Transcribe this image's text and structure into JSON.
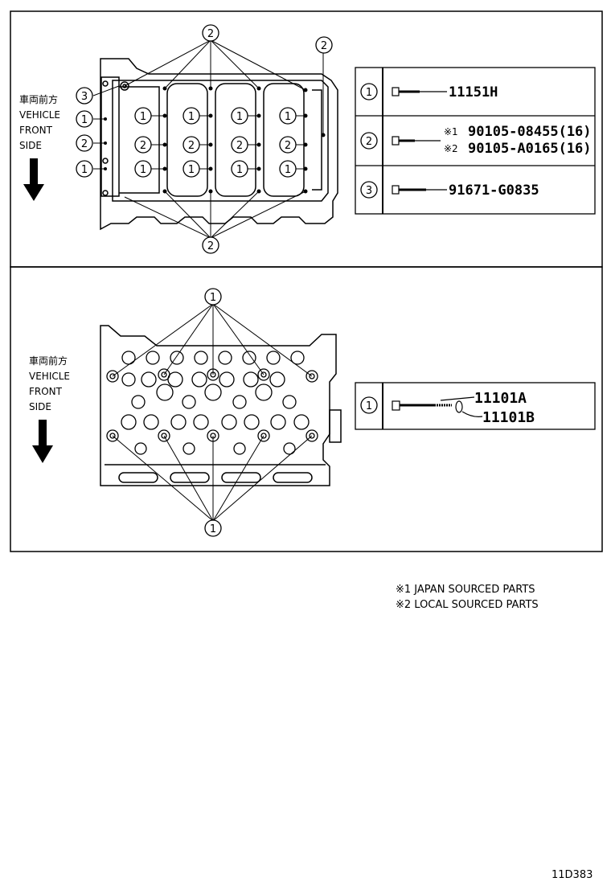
{
  "front_label": {
    "jp": "車両前方",
    "en1": "VEHICLE",
    "en2": "FRONT",
    "en3": "SIDE"
  },
  "callouts": {
    "one": "1",
    "two": "2",
    "three": "3"
  },
  "top_table": {
    "row1": {
      "key": "1",
      "part": "11151H"
    },
    "row2": {
      "key": "2",
      "mark1": "※1",
      "part1": "90105-08455(16)",
      "mark2": "※2",
      "part2": "90105-A0165(16)"
    },
    "row3": {
      "key": "3",
      "part": "91671-G0835"
    }
  },
  "bottom_table": {
    "row1": {
      "key": "1",
      "part1": "11101A",
      "part2": "11101B"
    }
  },
  "notes": {
    "note1": "※1 JAPAN SOURCED PARTS",
    "note2": "※2 LOCAL SOURCED PARTS"
  },
  "diagram_code": "11D383"
}
